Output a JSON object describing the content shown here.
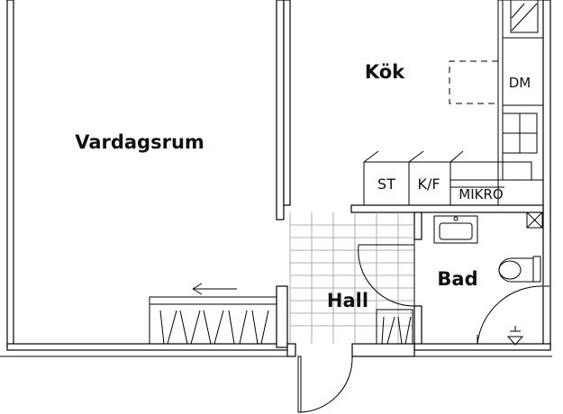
{
  "rooms": {
    "living_room": "Vardagsrum",
    "kitchen": "Kök",
    "hall": "Hall",
    "bathroom": "Bad"
  },
  "fixtures": {
    "stove": "ST",
    "fridge_freezer": "K/F",
    "microwave": "MIKRO",
    "dishwasher": "DM"
  },
  "icons": [
    "direction-arrow-icon",
    "floor-drain-icon"
  ],
  "colors": {
    "line": "#000000",
    "tile_grid": "#9a9a9a",
    "background": "#ffffff"
  }
}
